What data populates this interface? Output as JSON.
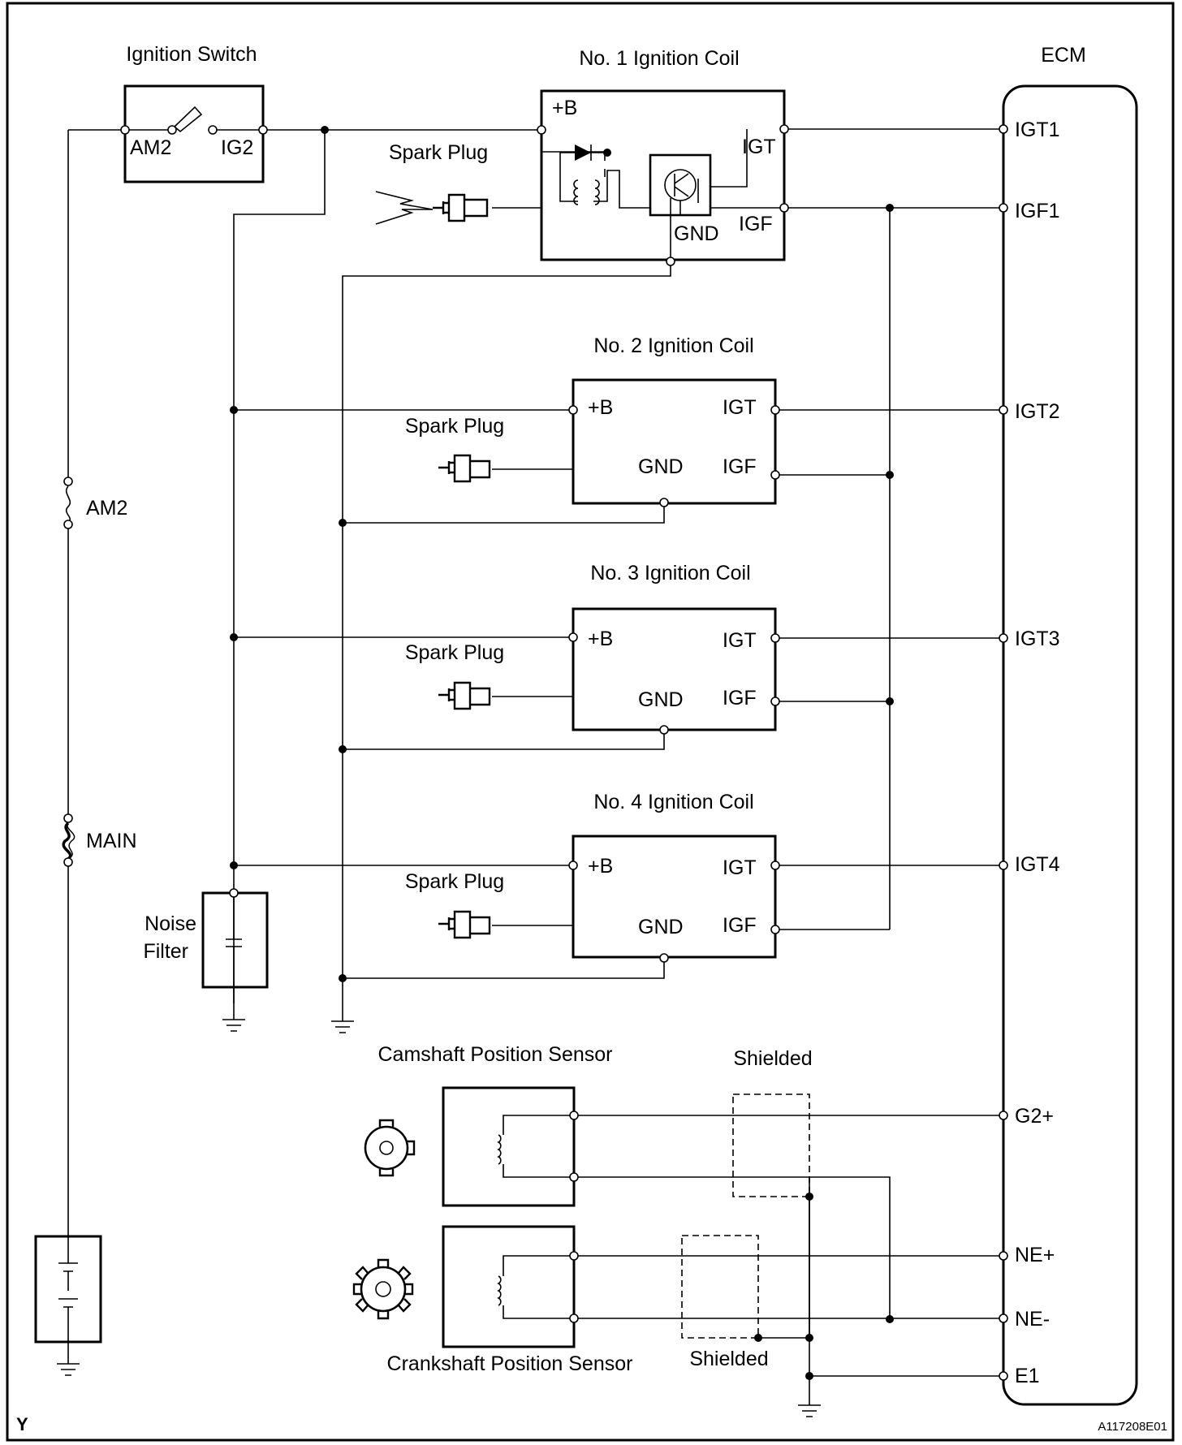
{
  "ignition_switch": {
    "title": "Ignition Switch",
    "pin_am2": "AM2",
    "pin_ig2": "IG2"
  },
  "coils": [
    {
      "title": "No. 1 Ignition Coil",
      "pin_b": "+B",
      "pin_igt": "IGT",
      "pin_igf": "IGF",
      "pin_gnd": "GND",
      "plug": "Spark Plug"
    },
    {
      "title": "No. 2 Ignition Coil",
      "pin_b": "+B",
      "pin_igt": "IGT",
      "pin_igf": "IGF",
      "pin_gnd": "GND",
      "plug": "Spark Plug"
    },
    {
      "title": "No. 3 Ignition Coil",
      "pin_b": "+B",
      "pin_igt": "IGT",
      "pin_igf": "IGF",
      "pin_gnd": "GND",
      "plug": "Spark Plug"
    },
    {
      "title": "No. 4 Ignition Coil",
      "pin_b": "+B",
      "pin_igt": "IGT",
      "pin_igf": "IGF",
      "pin_gnd": "GND",
      "plug": "Spark Plug"
    }
  ],
  "ecm": {
    "title": "ECM",
    "pins": [
      "IGT1",
      "IGF1",
      "IGT2",
      "IGT3",
      "IGT4",
      "G2+",
      "NE+",
      "NE-",
      "E1"
    ]
  },
  "fuses": {
    "am2": "AM2",
    "main": "MAIN"
  },
  "noise_filter": {
    "line1": "Noise",
    "line2": "Filter"
  },
  "sensors": {
    "camshaft": "Camshaft Position Sensor",
    "crankshaft": "Crankshaft Position Sensor",
    "shielded_top": "Shielded",
    "shielded_bottom": "Shielded"
  },
  "corner": {
    "left": "Y",
    "right": "A117208E01"
  }
}
